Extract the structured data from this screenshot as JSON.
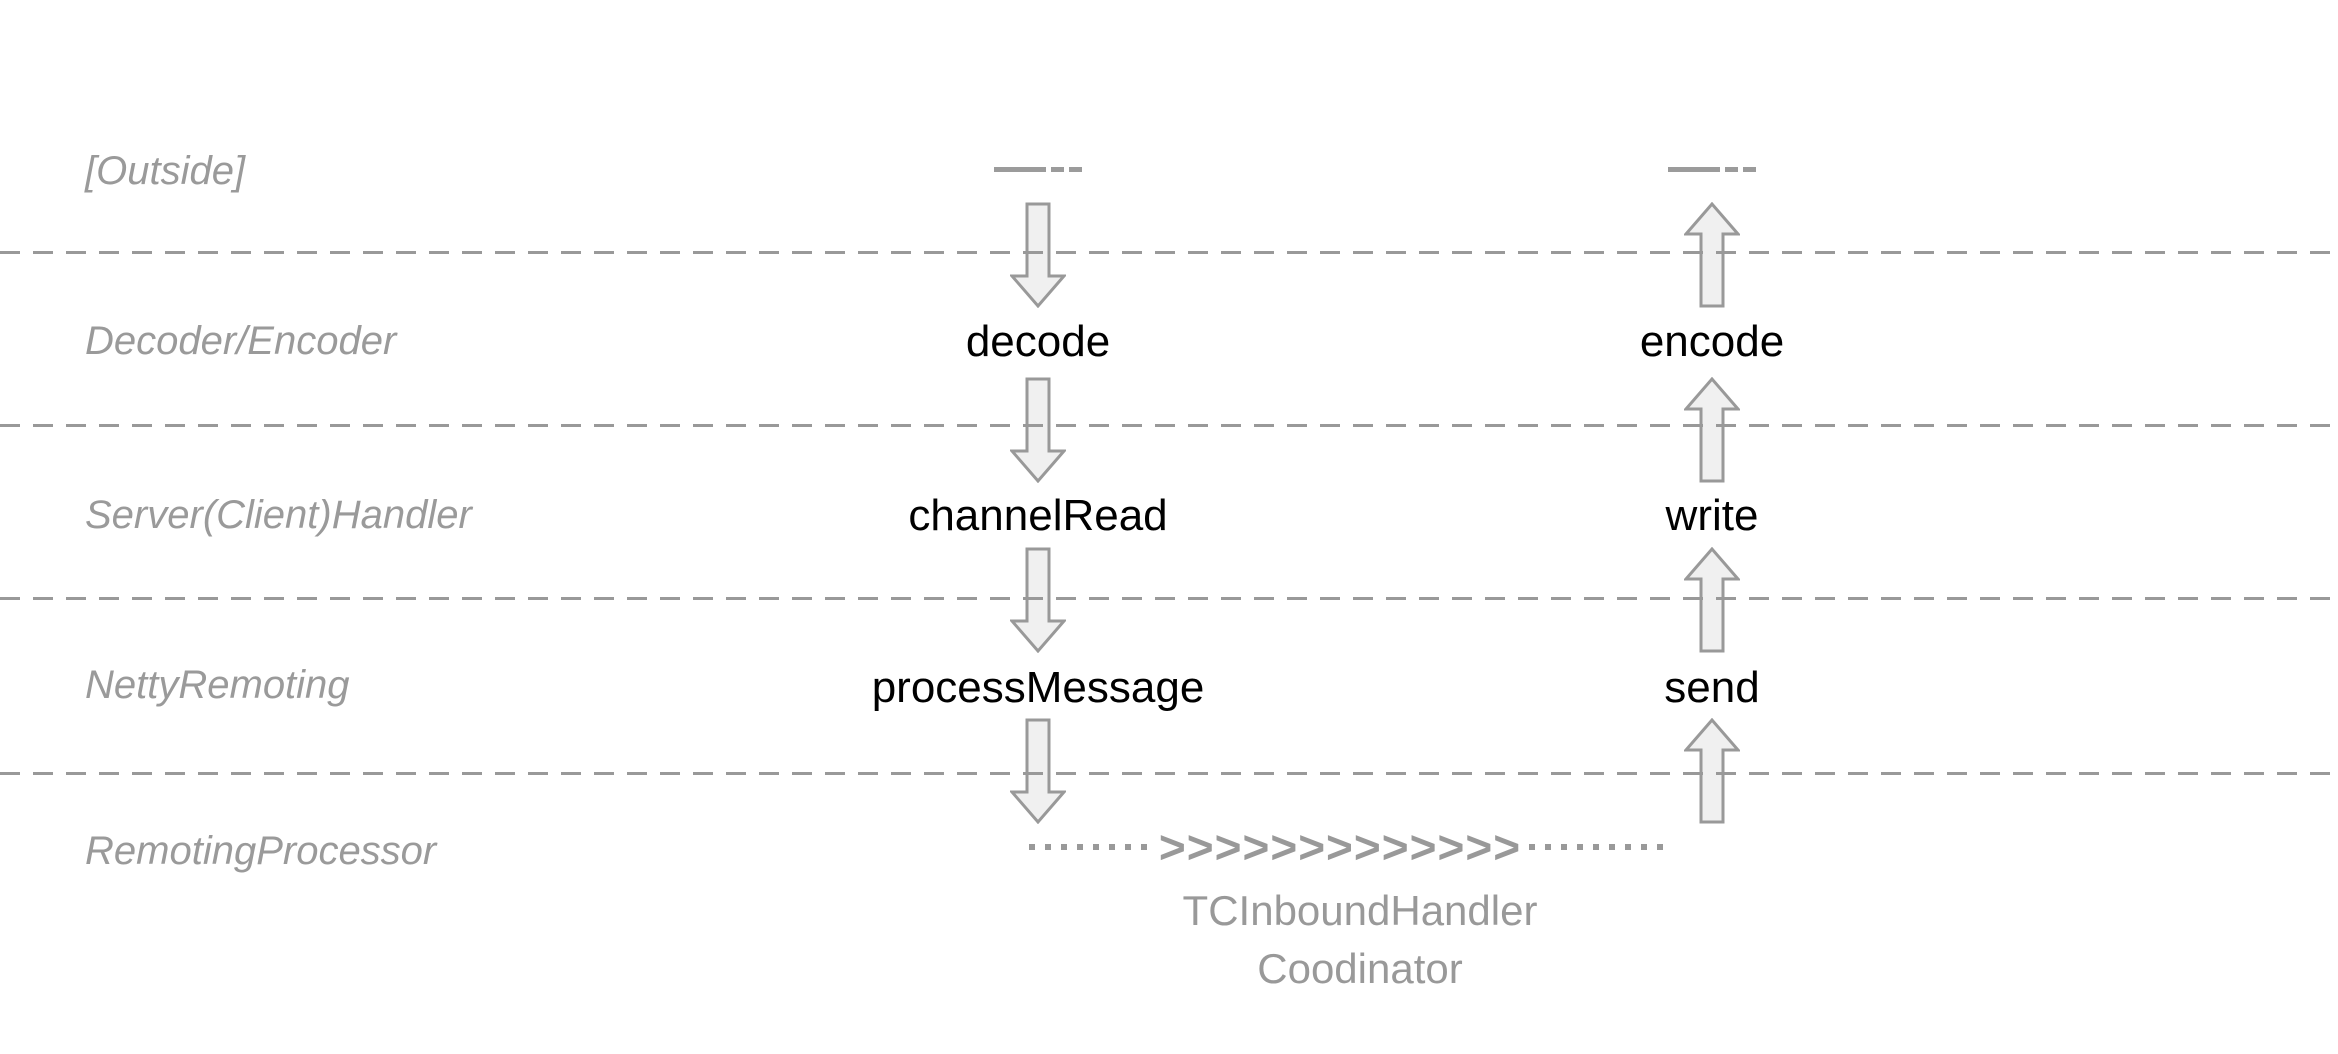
{
  "diagram": {
    "layers": [
      {
        "label": "[Outside]"
      },
      {
        "label": "Decoder/Encoder"
      },
      {
        "label": "Server(Client)Handler"
      },
      {
        "label": "NettyRemoting"
      },
      {
        "label": "RemotingProcessor"
      }
    ],
    "inbound": {
      "source_mark": "—--",
      "direction": "down",
      "steps": [
        "decode",
        "channelRead",
        "processMessage"
      ]
    },
    "outbound": {
      "source_mark": "—--",
      "direction": "up",
      "steps": [
        "encode",
        "write",
        "send"
      ]
    },
    "handoff": {
      "chevrons": ">>>>>>>>>>>>>",
      "label_line1": "TCInboundHandler",
      "label_line2": "Coodinator"
    },
    "colors": {
      "label_gray": "#9a9a9a",
      "step_text": "#000000",
      "arrow_fill": "#f0f0f0",
      "arrow_stroke": "#999999",
      "dash_line": "#999999"
    }
  }
}
